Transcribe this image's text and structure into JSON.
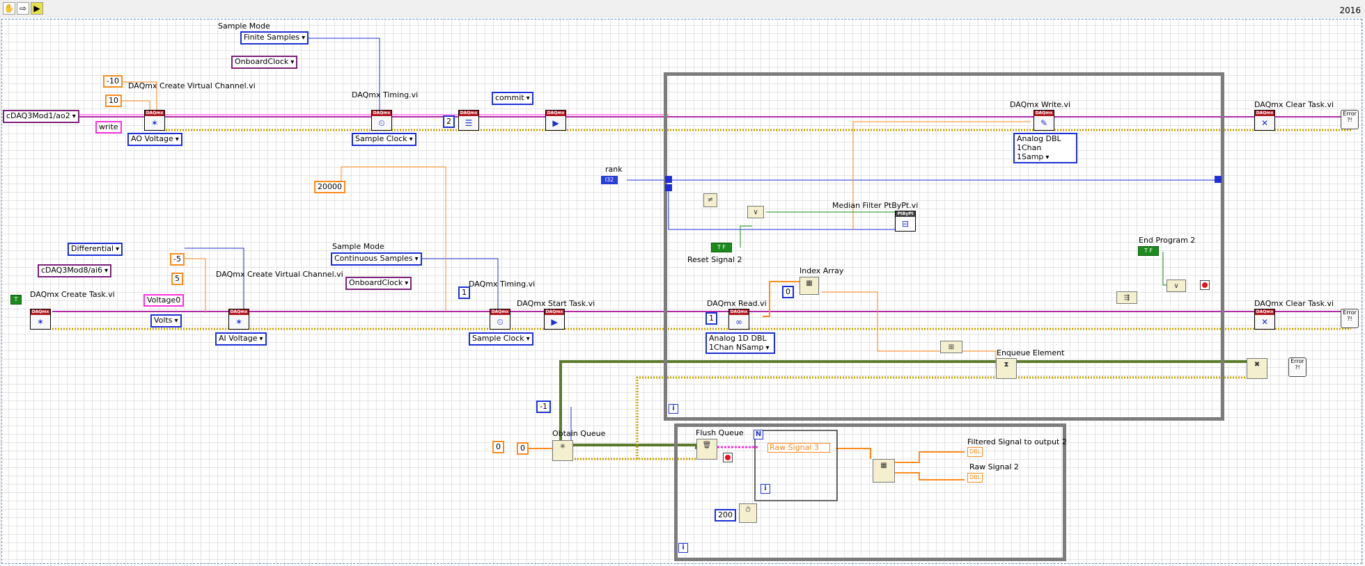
{
  "toolbar": {
    "icons": [
      "hand-icon",
      "arrow-icon",
      "highlight-icon"
    ],
    "version": "2016"
  },
  "output_task": {
    "channel": "cDAQ3Mod1/ao2",
    "write_label": "write",
    "min": "-10",
    "max": "10",
    "create_channel_label": "DAQmx Create Virtual Channel.vi",
    "ao_voltage": "AO Voltage",
    "sample_mode_label": "Sample Mode",
    "sample_mode": "Finite Samples",
    "clock": "OnboardClock",
    "timing_label": "DAQmx Timing.vi",
    "sample_clock": "Sample Clock",
    "rate": "20000",
    "num_two": "2",
    "commit": "commit",
    "write_vi_label": "DAQmx Write.vi",
    "write_poly": "Analog DBL 1Chan 1Samp",
    "clear_label": "DAQmx Clear Task.vi"
  },
  "input_task": {
    "create_task_label": "DAQmx Create Task.vi",
    "terminal_config": "Differential",
    "channel": "cDAQ3Mod8/ai6",
    "min": "-5",
    "max": "5",
    "create_channel_label": "DAQmx Create Virtual Channel.vi",
    "voltage_name": "Voltage0",
    "units": "Volts",
    "ai_voltage": "AI Voltage",
    "sample_mode_label": "Sample Mode",
    "sample_mode": "Continuous Samples",
    "clock": "OnboardClock",
    "timing_label": "DAQmx Timing.vi",
    "num_one": "1",
    "sample_clock": "Sample Clock",
    "start_label": "DAQmx Start Task.vi",
    "read_label": "DAQmx Read.vi",
    "num_read": "1",
    "read_poly": "Analog 1D DBL 1Chan NSamp",
    "clear_label": "DAQmx Clear Task.vi"
  },
  "loop": {
    "rank_label": "rank",
    "rank_type": "I32",
    "median_label": "Median Filter PtByPt.vi",
    "reset_label": "Reset Signal 2",
    "index_label": "Index Array",
    "index_zero": "0",
    "end_label": "End Program 2",
    "enqueue_label": "Enqueue Element",
    "iteration": "i"
  },
  "queue": {
    "neg_one": "-1",
    "obtain_label": "Obtain Queue",
    "zero_a": "0",
    "zero_b": "0",
    "flush_label": "Flush Queue",
    "n_label": "N",
    "raw3": "Raw Signal 3",
    "filtered_out": "Filtered Signal to output 2",
    "raw2": "Raw Signal 2",
    "dbl_tag": "DBL",
    "wait_ms": "200",
    "iteration": "i"
  },
  "booleans": {
    "tf": "T F",
    "true_const": "T"
  },
  "error_label": "Error ?!",
  "colors": {
    "task_wire": "#b02aa6",
    "error_wire": "#c8a200",
    "dbl_wire": "#ff8a1a",
    "int_wire": "#1c2fd6",
    "bool_wire": "#1e8a1e",
    "queue_wire": "#5b7a2a"
  }
}
